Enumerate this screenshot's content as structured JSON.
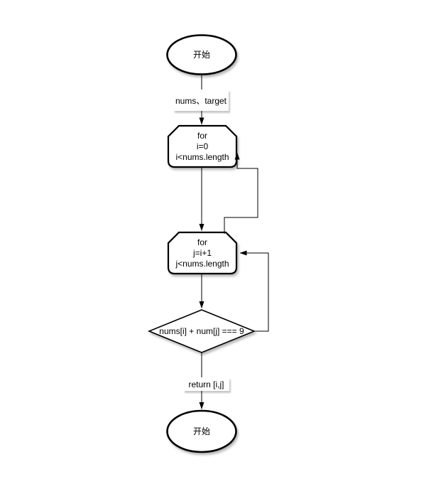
{
  "diagram": {
    "colors": {
      "background": "#ffffff",
      "stroke": "#000000",
      "fill": "#ffffff",
      "text": "#000000"
    },
    "nodes": {
      "start": {
        "label": "开始"
      },
      "input": {
        "label": "nums、target"
      },
      "loop_i": {
        "lines": [
          "for",
          "i=0",
          "i<nums.length"
        ]
      },
      "loop_j": {
        "lines": [
          "for",
          "j=i+1",
          "j<nums.length"
        ]
      },
      "condition": {
        "label": "nums[i] + num[j] === 9"
      },
      "return": {
        "label": "return [i,j]"
      },
      "end": {
        "label": "开始"
      }
    }
  }
}
